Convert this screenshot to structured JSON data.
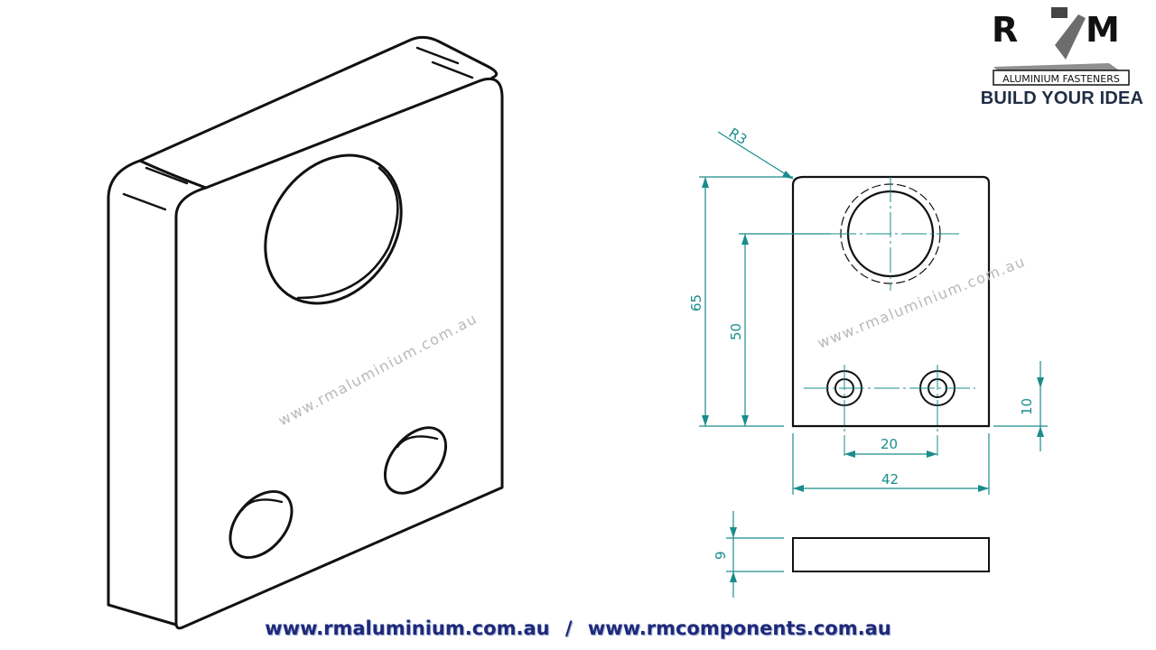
{
  "brand": {
    "logo_letters": [
      "R",
      "M"
    ],
    "logo_banner": "ALUMINIUM FASTENERS",
    "tagline": "BUILD YOUR IDEA"
  },
  "watermarks": [
    "www.rmaluminium.com.au",
    "www.rmaluminium.com.au"
  ],
  "dimensions": {
    "radius": "R3",
    "height_total": "65",
    "height_hole": "50",
    "hole_offset": "10",
    "hole_spacing": "20",
    "width": "42",
    "thickness": "9"
  },
  "footer": {
    "link1": "www.rmaluminium.com.au",
    "separator": "/",
    "link2": "www.rmcomponents.com.au"
  },
  "colors": {
    "outline": "#111111",
    "dimension": "#1a8c8c",
    "footer": "#1e2a78"
  }
}
